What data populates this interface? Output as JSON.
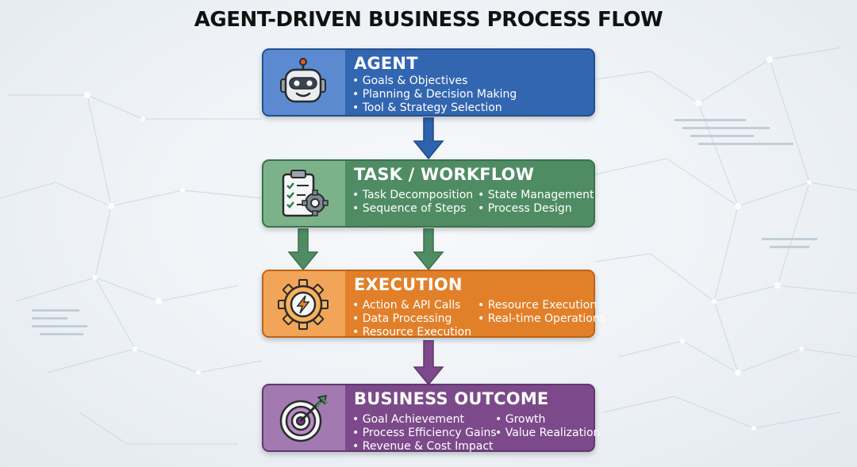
{
  "title": "AGENT-DRIVEN BUSINESS PROCESS FLOW",
  "colors": {
    "agent": "#3366b0",
    "task": "#4f8c63",
    "execution": "#e2802a",
    "outcome": "#7c4a8a",
    "arrow_agent": "#2f63ae",
    "arrow_task": "#4f8c63",
    "arrow_exec": "#7c4a8a"
  },
  "stages": {
    "agent": {
      "title": "AGENT",
      "icon": "robot-icon",
      "bullets": [
        "Goals & Objectives",
        "Planning & Decision Making",
        "Tool & Strategy Selection"
      ]
    },
    "task": {
      "title": "TASK / WORKFLOW",
      "icon": "clipboard-gear-icon",
      "col1": [
        "Task Decomposition",
        "Sequence of Steps"
      ],
      "col2": [
        "State Management",
        "Process Design"
      ]
    },
    "execution": {
      "title": "EXECUTION",
      "icon": "gear-lightning-icon",
      "col1": [
        "Action & API Calls",
        "Data Processing",
        "Resource Execution"
      ],
      "col2": [
        "Resource Execution",
        "Real-time Operations"
      ]
    },
    "outcome": {
      "title": "BUSINESS OUTCOME",
      "icon": "target-arrow-icon",
      "col1": [
        "Goal Achievement",
        "Process Efficiency Gains",
        "Revenue & Cost Impact"
      ],
      "col2": [
        "Growth",
        "Value Realization"
      ]
    }
  }
}
